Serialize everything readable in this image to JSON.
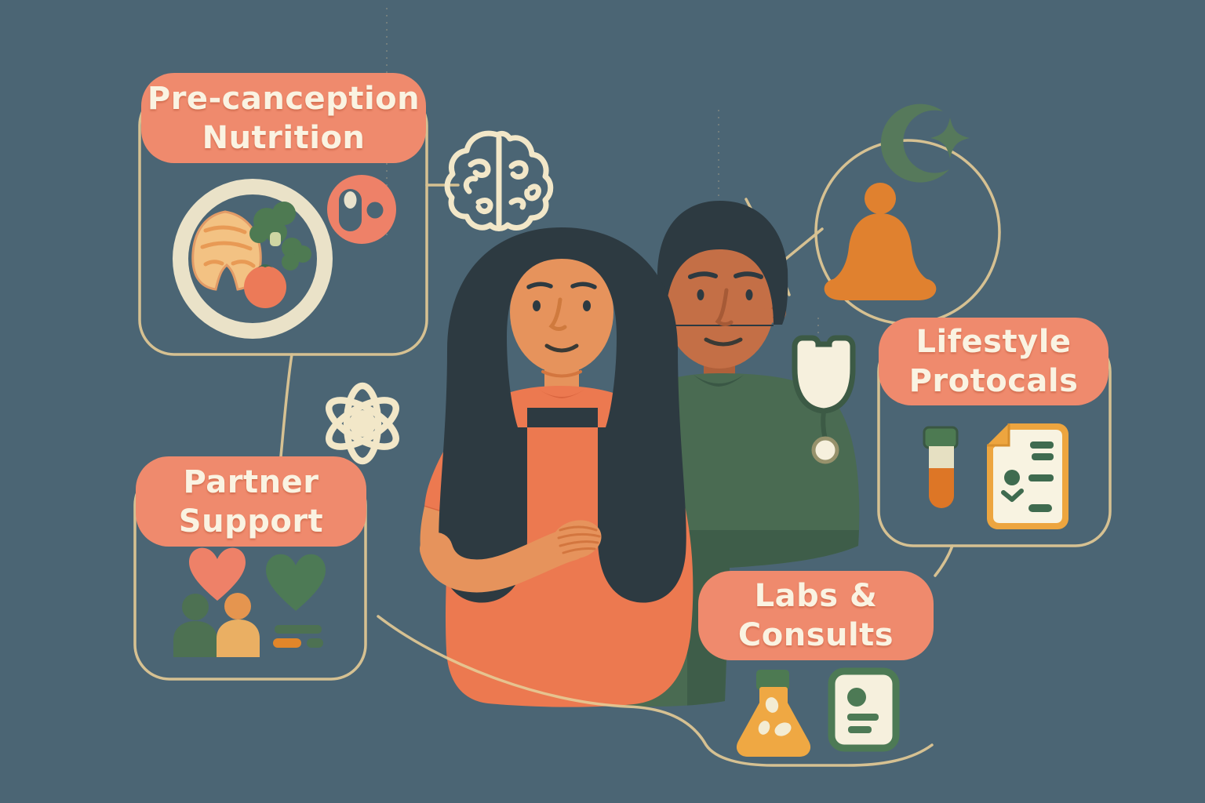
{
  "labels": {
    "nutrition": {
      "line1": "Pre-canception",
      "line2": "Nutrition"
    },
    "partner": {
      "line1": "Partner",
      "line2": "Support"
    },
    "lifestyle": {
      "line1": "Lifestyle",
      "line2": "Protocals"
    },
    "labs": {
      "line1": "Labs &",
      "line2": "Consults"
    }
  },
  "icons": {
    "nutrition_plate": "plate-with-salmon-broccoli-tomato",
    "supplement": "supplement-capsule-badge",
    "brain": "brain-outline",
    "atom": "atom-outline",
    "partner_hearts": "couple-with-hearts-and-checklist",
    "sleep": "crescent-moon-with-star",
    "meditation": "meditating-figure",
    "stethoscope": "stethoscope-on-shoulder",
    "test_tube": "blood-test-tube",
    "protocol_doc": "protocol-checklist-document",
    "lab_flask": "laboratory-flask",
    "consult_card": "consult-record-card"
  },
  "colors": {
    "background": "#4b6574",
    "coral_box": "#ef8a6d",
    "coral_accent": "#ee8168",
    "cream_text": "#faf3e2",
    "cream_line": "#e6cb96",
    "cream_icon": "#f2e7c8",
    "green_dark": "#4d7a55",
    "green_shirt": "#4a6b52",
    "orange_shirt": "#ec7950",
    "orange_accent": "#e0812f",
    "amber": "#eda53f",
    "skin_woman": "#e6935c",
    "skin_man": "#c46f46",
    "hair": "#2d3a41"
  }
}
